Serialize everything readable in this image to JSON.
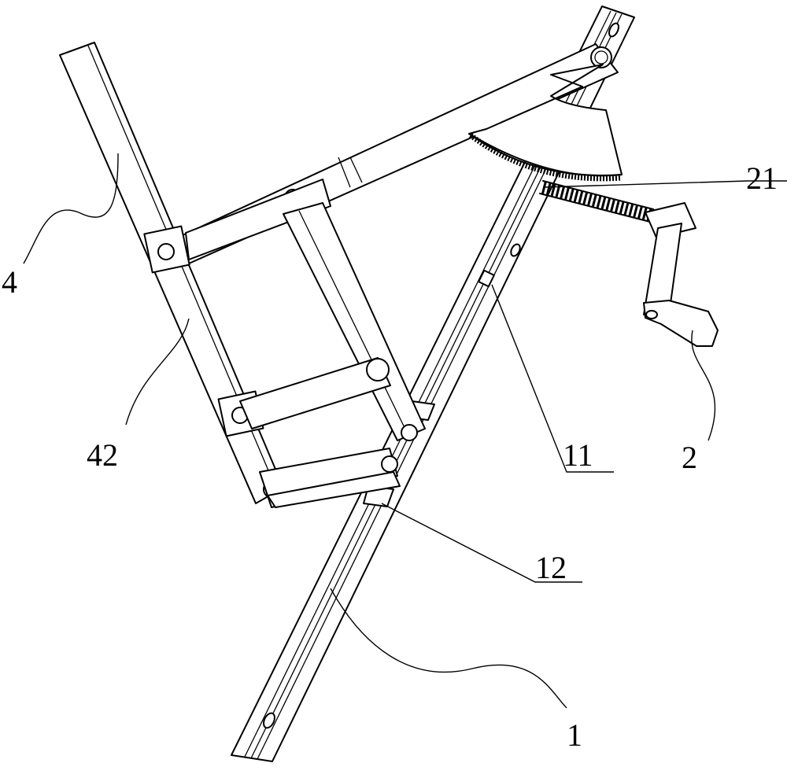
{
  "figure": {
    "callouts": [
      {
        "id": "callout-4",
        "text": "4"
      },
      {
        "id": "callout-42",
        "text": "42"
      },
      {
        "id": "callout-21",
        "text": "21"
      },
      {
        "id": "callout-2",
        "text": "2"
      },
      {
        "id": "callout-11",
        "text": "11"
      },
      {
        "id": "callout-12",
        "text": "12"
      },
      {
        "id": "callout-1",
        "text": "1"
      }
    ]
  }
}
